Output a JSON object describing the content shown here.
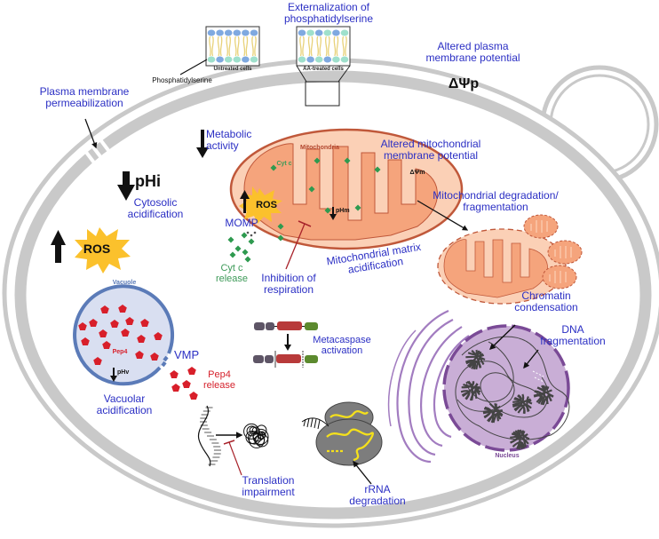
{
  "figure": {
    "labels": {
      "externalization": "Externalization of\nphosphatidylserine",
      "untreated_cells": "Untreated cells",
      "aa_treated_cells": "AA-treated cells",
      "phosphatidylserine": "Phosphatidylserine",
      "altered_plasma_potential": "Altered plasma\nmembrane potential",
      "delta_psi_p": "ΔΨp",
      "plasma_membrane_perm": "Plasma membrane\npermeabilization",
      "metabolic_activity": "Metabolic\nactivity",
      "phi": "pHi",
      "cytosolic_acidification": "Cytosolic\nacidification",
      "ros_cytosol": "ROS",
      "mitochondria": "Mitochondria",
      "cyt_c_inner": "Cyt c",
      "ros_mito": "ROS",
      "phm": "pHm",
      "altered_mito_potential": "Altered mitochondrial\nmembrane potential",
      "delta_psi_m": "ΔΨm",
      "momp": "MOMP",
      "cyt_c_release": "Cyt c\nrelease",
      "mito_matrix_acidification": "Mitochondrial matrix\nacidification",
      "inhibition_respiration": "Inhibition of\nrespiration",
      "mito_degradation": "Mitochondrial degradation/\nfragmentation",
      "vacuole": "Vacuole",
      "pep4_inside": "Pep4",
      "phv": "pHv",
      "vmp": "VMP",
      "pep4_release": "Pep4\nrelease",
      "vacuolar_acidification": "Vacuolar\nacidification",
      "metacaspase_activation": "Metacaspase\nactivation",
      "chromatin_condensation": "Chromatin\ncondensation",
      "dna_fragmentation": "DNA\nfragmentation",
      "nucleus": "Nucleus",
      "translation_impairment": "Translation\nimpairment",
      "rrna_degradation": "rRNA\ndegradation"
    },
    "colors": {
      "label_blue": "#2b2fc4",
      "cell_wall_gray": "#c9c9c9",
      "mito_fill": "#f5a47c",
      "mito_outer": "#fbd0b6",
      "mito_stroke": "#c0583a",
      "cyt_c_green": "#2e9a4f",
      "ros_yellow": "#fbc12c",
      "vacuole_fill": "#d9dff1",
      "vacuole_stroke": "#5b7bb8",
      "pep4_red": "#d81f2a",
      "nucleus_fill": "#c9aed6",
      "nucleus_stroke": "#7a4a96",
      "er_purple": "#a27cc0",
      "ribosome_gray": "#7d7d7d",
      "rrna_yellow": "#f4e01c",
      "metacaspase_gray": "#5e5566",
      "metacaspase_red": "#b83a3a",
      "metacaspase_green": "#5c8a2e",
      "inhibitor_red": "#a8222a",
      "lipid_head_blue": "#7fa9e0",
      "lipid_head_teal": "#9fe0cc",
      "lipid_tail_yellow": "#e8d27a"
    }
  }
}
